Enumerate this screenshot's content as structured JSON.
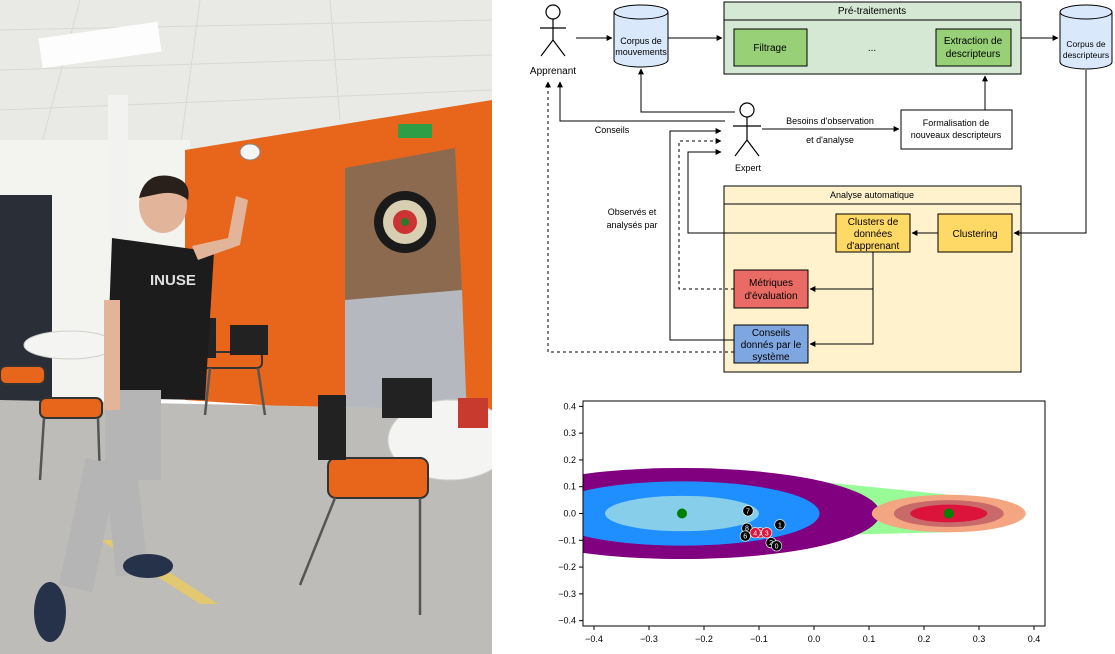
{
  "diagram": {
    "apprenant": "Apprenant",
    "corpus_mouvements": [
      "Corpus de",
      "mouvements"
    ],
    "pretraitements": {
      "title": "Pré-traitements",
      "filtrage": "Filtrage",
      "ellipsis": "...",
      "extraction": [
        "Extraction de",
        "descripteurs"
      ]
    },
    "corpus_descripteurs": [
      "Corpus de",
      "descripteurs"
    ],
    "conseils": "Conseils",
    "besoins": "Besoins d'observation",
    "analyse_label": "et d'analyse",
    "expert": "Expert",
    "formalisation": [
      "Formalisation de",
      "nouveaux descripteurs"
    ],
    "observes": [
      "Observés et",
      "analysés par"
    ],
    "analyse_auto": {
      "title": "Analyse automatique",
      "clusters": [
        "Clusters de",
        "données",
        "d'apprenant"
      ],
      "clustering": "Clustering",
      "metriques": [
        "Métriques",
        "d'évaluation"
      ],
      "conseils_systeme": [
        "Conseils",
        "donnés par le",
        "système"
      ]
    }
  },
  "colors": {
    "green_group": "#d5e8d4",
    "green_box": "#97d077",
    "yellow_group": "#fff2cc",
    "yellow_box": "#ffd966",
    "red_box": "#ea6b66",
    "blue_box": "#7ea6e0",
    "purple": "#800080",
    "blue_ring": "#1f8fff",
    "light_blue": "#87ceeb",
    "light_green": "#98fb98",
    "salmon": "#f4a582",
    "rose": "#c96a6a",
    "crimson": "#dc143c",
    "center": "#008000"
  },
  "chart_data": {
    "type": "scatter",
    "title": "",
    "xlabel": "",
    "ylabel": "",
    "xlim": [
      -0.42,
      0.42
    ],
    "ylim": [
      -0.42,
      0.42
    ],
    "xticks": [
      "−0.4",
      "−0.3",
      "−0.2",
      "−0.1",
      "0.0",
      "0.1",
      "0.2",
      "0.3",
      "0.4"
    ],
    "yticks": [
      "0.4",
      "0.3",
      "0.2",
      "0.1",
      "0.0",
      "−0.1",
      "−0.2",
      "−0.3",
      "−0.4"
    ],
    "xtick_values": [
      -0.4,
      -0.3,
      -0.2,
      -0.1,
      0.0,
      0.1,
      0.2,
      0.3,
      0.4
    ],
    "ytick_values": [
      0.4,
      0.3,
      0.2,
      0.1,
      0.0,
      -0.1,
      -0.2,
      -0.3,
      -0.4
    ],
    "centers": [
      {
        "x": -0.24,
        "y": 0.0,
        "color": "#008000"
      },
      {
        "x": 0.245,
        "y": 0.0,
        "color": "#008000"
      }
    ],
    "rings_left": [
      {
        "rx": 0.36,
        "ry": 0.17,
        "color": "#800080"
      },
      {
        "rx": 0.25,
        "ry": 0.12,
        "color": "#1f8fff"
      },
      {
        "rx": 0.14,
        "ry": 0.066,
        "color": "#87ceeb"
      }
    ],
    "rings_right": [
      {
        "rx": 0.14,
        "ry": 0.07,
        "color": "#f4a582"
      },
      {
        "rx": 0.1,
        "ry": 0.05,
        "color": "#c96a6a"
      },
      {
        "rx": 0.07,
        "ry": 0.033,
        "color": "#dc143c"
      }
    ],
    "points": [
      {
        "label": "7",
        "x": -0.12,
        "y": 0.01,
        "color": "#000000"
      },
      {
        "label": "1",
        "x": -0.062,
        "y": -0.042,
        "color": "#000000"
      },
      {
        "label": "8",
        "x": -0.122,
        "y": -0.055,
        "color": "#000000"
      },
      {
        "label": "6",
        "x": -0.125,
        "y": -0.084,
        "color": "#000000"
      },
      {
        "label": "5",
        "x": -0.098,
        "y": -0.072,
        "color": "#dc143c"
      },
      {
        "label": "4",
        "x": -0.107,
        "y": -0.072,
        "color": "#dc143c"
      },
      {
        "label": "3",
        "x": -0.086,
        "y": -0.072,
        "color": "#dc143c"
      },
      {
        "label": "2",
        "x": -0.078,
        "y": -0.109,
        "color": "#000000"
      },
      {
        "label": "0",
        "x": -0.068,
        "y": -0.121,
        "color": "#000000"
      }
    ]
  }
}
